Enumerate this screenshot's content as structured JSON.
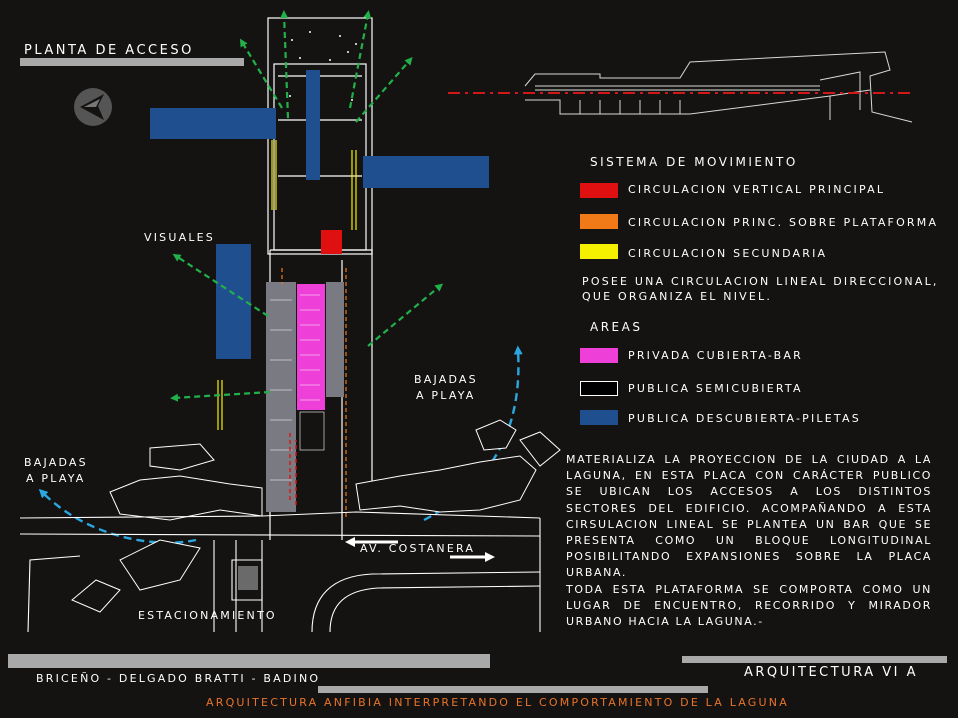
{
  "header": {
    "title": "PLANTA DE ACCESO"
  },
  "labels": {
    "visuales": "VISUALES",
    "bajadas_right_1": "BAJADAS",
    "bajadas_right_2": "A PLAYA",
    "bajadas_left_1": "BAJADAS",
    "bajadas_left_2": "A PLAYA",
    "av_costanera": "AV. COSTANERA",
    "estacionamiento": "ESTACIONAMIENTO"
  },
  "legend": {
    "movement_title": "SISTEMA DE MOVIMIENTO",
    "movement_items": [
      {
        "label": "CIRCULACION VERTICAL PRINCIPAL",
        "color": "#e01010"
      },
      {
        "label": "CIRCULACION PRINC. SOBRE PLATAFORMA",
        "color": "#f07a18"
      },
      {
        "label": "CIRCULACION  SECUNDARIA",
        "color": "#f5f000"
      }
    ],
    "movement_note_1": "POSEE UNA CIRCULACION LINEAL DIRECCIONAL,",
    "movement_note_2": "QUE ORGANIZA EL NIVEL.",
    "areas_title": "AREAS",
    "area_items": [
      {
        "label": "PRIVADA CUBIERTA-BAR",
        "color": "#ee3fd8"
      },
      {
        "label": "PUBLICA SEMICUBIERTA",
        "color": "#000000"
      },
      {
        "label": "PUBLICA  DESCUBIERTA-PILETAS",
        "color": "#1f4f8f"
      }
    ]
  },
  "description": {
    "paragraph_1": "MATERIALIZA LA PROYECCION DE LA CIUDAD A LA LAGUNA, EN ESTA PLACA CON CARÁCTER PUBLICO SE UBICAN LOS ACCESOS A LOS DISTINTOS SECTORES DEL EDIFICIO. ACOMPAÑANDO A ESTA CIRSULACION LINEAL SE PLANTEA UN BAR QUE SE PRESENTA COMO UN BLOQUE LONGITUDINAL POSIBILITANDO EXPANSIONES SOBRE LA PLACA URBANA.",
    "paragraph_2": "TODA ESTA PLATAFORMA SE COMPORTA COMO UN LUGAR DE ENCUENTRO, RECORRIDO Y MIRADOR URBANO HACIA LA LAGUNA.-"
  },
  "footer": {
    "authors": "BRICEÑO - DELGADO BRATTI - BADINO",
    "course": "ARQUITECTURA VI A",
    "subtitle": "ARQUITECTURA ANFIBIA INTERPRETANDO EL COMPORTAMIENTO DE LA LAGUNA",
    "subtitle_color": "#e8742a"
  },
  "icons": {
    "north": "north-arrow-icon"
  },
  "colors": {
    "background": "#151311",
    "bar_gray": "#a9a9a9",
    "visual_arrow": "#22b04a",
    "beach_arrow": "#2aa7e0",
    "pool_blue": "#1f4f8f"
  }
}
